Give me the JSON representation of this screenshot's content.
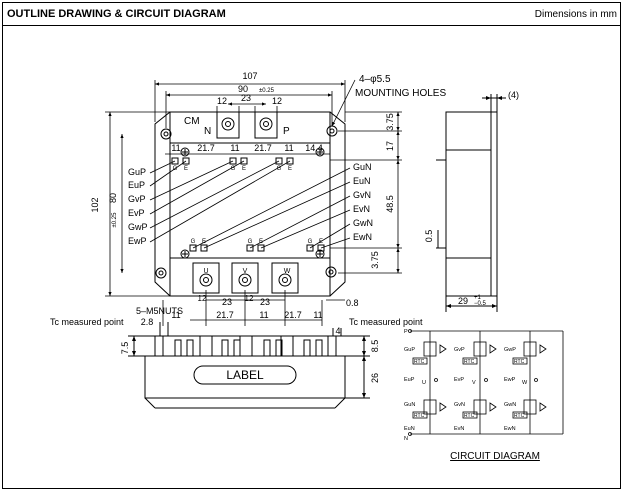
{
  "header": {
    "title": "OUTLINE DRAWING & CIRCUIT DIAGRAM",
    "units": "Dimensions in mm"
  },
  "top_view": {
    "module_label": "CM",
    "terminal_n": "N",
    "terminal_p": "P",
    "terminals_bottom": [
      "U",
      "V",
      "W"
    ],
    "mounting": [
      "4–φ5.5",
      "MOUNTING HOLES"
    ],
    "nuts": "5–M5NUTS",
    "tc_left": "Tc measured point",
    "tc_right": "Tc measured point",
    "gate_labels_left": [
      "GuP",
      "EuP",
      "GvP",
      "EvP",
      "GwP",
      "EwP"
    ],
    "gate_labels_right": [
      "GuN",
      "EuN",
      "GvN",
      "EvN",
      "GwN",
      "EwN"
    ],
    "pin_g": "G",
    "pin_e": "E"
  },
  "dimensions": {
    "d107": "107",
    "d90": "90",
    "d90tol": "±0.25",
    "d23": "23",
    "d12a": "12",
    "d12b": "12",
    "d11": "11",
    "d21_7": "21.7",
    "d14_4": "14.4",
    "d102": "102",
    "d80": "80",
    "d80tol": "±0.25",
    "d3_75a": "3.75",
    "d17": "17",
    "d48_5": "48.5",
    "d3_75b": "3.75",
    "d0_5": "0.5",
    "d4": "(4)",
    "d29": "29",
    "d29tol_up": "+1",
    "d29tol_dn": "−0.5",
    "d2_8": "2.8",
    "d0_8": "0.8",
    "d4b": "4",
    "d7_5": "7.5",
    "d8_5": "8.5",
    "d26": "26",
    "d12c": "12",
    "d12d": "12"
  },
  "front_view": {
    "label": "LABEL"
  },
  "circuit": {
    "title": "CIRCUIT DIAGRAM",
    "top_gates": [
      "GuP",
      "GvP",
      "GwP"
    ],
    "top_emitters": [
      "EuP",
      "EvP",
      "EwP"
    ],
    "bottom_gates": [
      "GuN",
      "GvN",
      "GwN"
    ],
    "bottom_emitters": [
      "EuN",
      "EvN",
      "EwN"
    ],
    "outputs": [
      "U",
      "V",
      "W"
    ],
    "rtc": "RTC",
    "p": "P",
    "n": "N"
  }
}
